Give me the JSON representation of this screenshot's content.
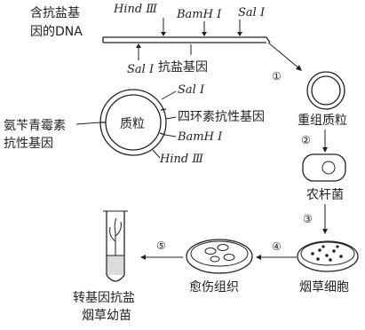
{
  "labels": {
    "dna_line1": "含抗盐基",
    "dna_line2": "因的DNA",
    "salt_gene": "抗盐基因",
    "plasmid": "质粒",
    "amp_line1": "氨苄青霉素",
    "amp_line2": "抗性基因",
    "tet_gene": "四环素抗性基因",
    "recombinant": "重组质粒",
    "agro": "农杆菌",
    "tobacco_cells": "烟草细胞",
    "callus": "愈伤组织",
    "seedling_line1": "转基因抗盐",
    "seedling_line2": "烟草幼苗"
  },
  "enzymes": {
    "hind": "Hind Ⅲ",
    "bam": "BamH Ⅰ",
    "sal": "Sal Ⅰ"
  },
  "steps": [
    "①",
    "②",
    "③",
    "④",
    "⑤"
  ]
}
